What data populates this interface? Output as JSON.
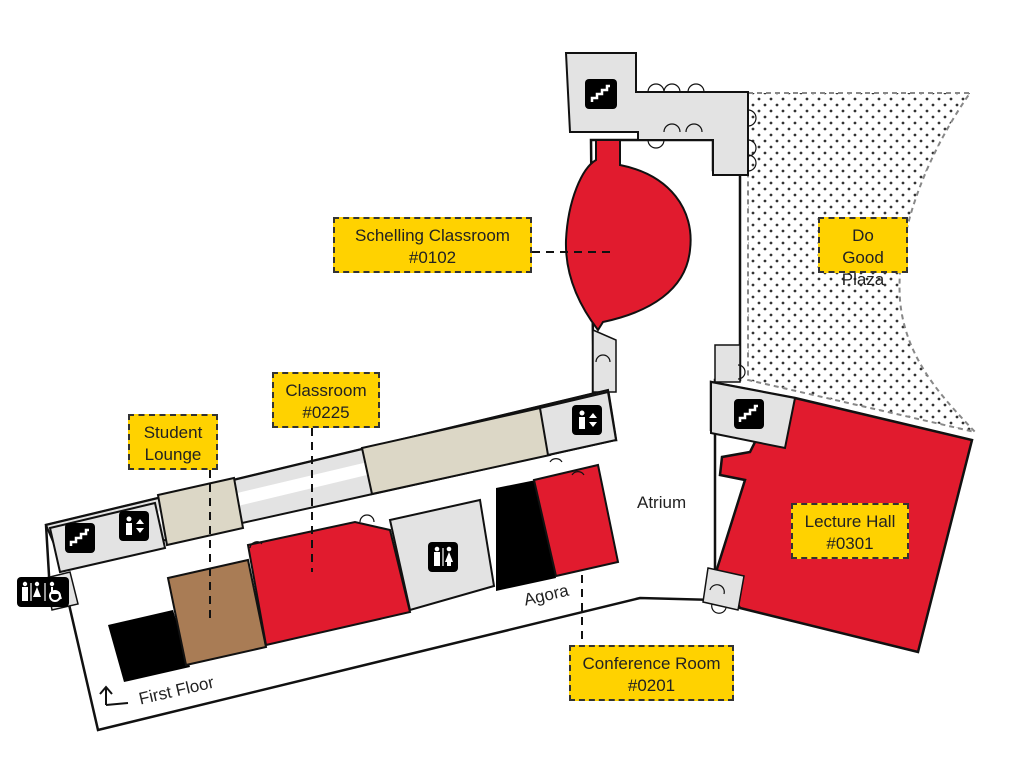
{
  "labels": {
    "schelling": {
      "line1": "Schelling Classroom",
      "line2": "#0102"
    },
    "do_good": {
      "line1": "Do Good",
      "line2": "Plaza"
    },
    "classroom": {
      "line1": "Classroom",
      "line2": "#0225"
    },
    "student_lounge": {
      "line1": "Student",
      "line2": "Lounge"
    },
    "lecture_hall": {
      "line1": "Lecture Hall",
      "line2": "#0301"
    },
    "conference_room": {
      "line1": "Conference Room",
      "line2": "#0201"
    }
  },
  "areas": {
    "atrium": "Atrium",
    "agora": "Agora",
    "first_floor": "First Floor"
  },
  "colors": {
    "room_red": "#e11b2e",
    "label_yellow": "#ffd200",
    "lounge_brown": "#a97c55",
    "service_gray": "#e3e3e3",
    "beige": "#dcd7c6",
    "wall": "#111111"
  },
  "icons": [
    "stairs-icon",
    "elevator-icon",
    "restroom-icon",
    "accessible-restroom-icon"
  ]
}
